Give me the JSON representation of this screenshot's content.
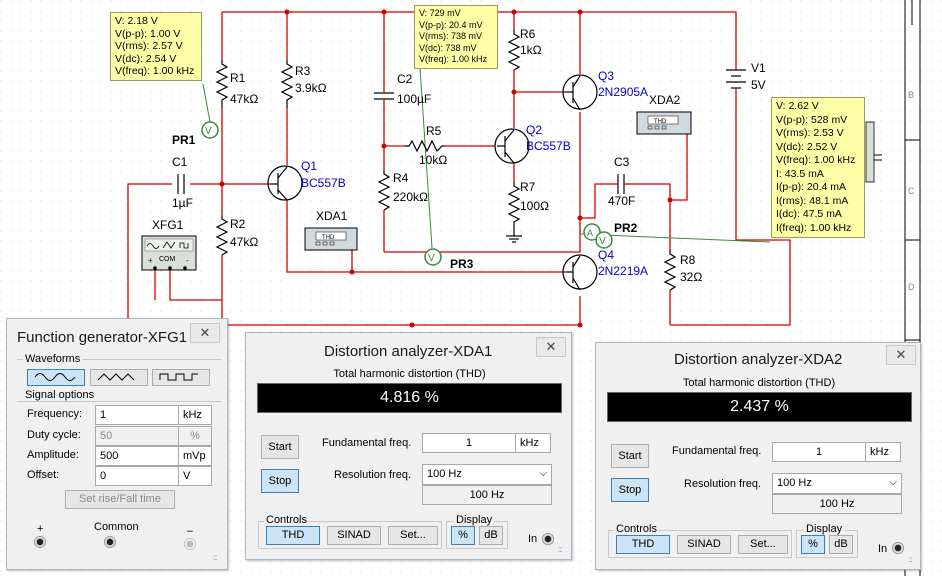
{
  "schematic": {
    "components": {
      "R1": {
        "name": "R1",
        "value": "47kΩ"
      },
      "R2": {
        "name": "R2",
        "value": "47kΩ"
      },
      "R3": {
        "name": "R3",
        "value": "3.9kΩ"
      },
      "R4": {
        "name": "R4",
        "value": "220kΩ"
      },
      "R5": {
        "name": "R5",
        "value": "10kΩ"
      },
      "R6": {
        "name": "R6",
        "value": "1kΩ"
      },
      "R7": {
        "name": "R7",
        "value": "100Ω"
      },
      "R8": {
        "name": "R8",
        "value": "32Ω"
      },
      "C1": {
        "name": "C1",
        "value": "1µF"
      },
      "C2": {
        "name": "C2",
        "value": "100µF"
      },
      "C3": {
        "name": "C3",
        "value": "470F"
      },
      "Q1": {
        "name": "Q1",
        "model": "BC557B"
      },
      "Q2": {
        "name": "Q2",
        "model": "BC557B"
      },
      "Q3": {
        "name": "Q3",
        "model": "2N2905A"
      },
      "Q4": {
        "name": "Q4",
        "model": "2N2219A"
      },
      "V1": {
        "name": "V1",
        "value": "5V"
      },
      "XFG1": {
        "name": "XFG1"
      },
      "XDA1": {
        "name": "XDA1",
        "screen": "THD"
      },
      "XDA2": {
        "name": "XDA2",
        "screen": "THD"
      },
      "PR1": {
        "name": "PR1"
      },
      "PR2": {
        "name": "PR2"
      },
      "PR3": {
        "name": "PR3"
      },
      "fg_com": "COM",
      "fg_plus": "+",
      "fg_minus": "-"
    },
    "probe_pr1": [
      "V: 2.18 V",
      "V(p-p): 1.00 V",
      "V(rms): 2.57 V",
      "V(dc): 2.54 V",
      "V(freq): 1.00 kHz"
    ],
    "probe_pr3": [
      "V: 729 mV",
      "V(p-p): 20.4 mV",
      "V(rms): 738 mV",
      "V(dc): 738 mV",
      "V(freq): 1.00 kHz"
    ],
    "probe_pr2": [
      "V: 2.62 V",
      "V(p-p): 528 mV",
      "V(rms): 2.53 V",
      "V(dc): 2.52 V",
      "V(freq): 1.00 kHz",
      "I: 43.5 mA",
      "I(p-p): 20.4 mA",
      "I(rms): 48.1 mA",
      "I(dc): 47.5 mA",
      "I(freq): 1.00 kHz"
    ],
    "ruler_letters": [
      "B",
      "C",
      "D"
    ],
    "colors": {
      "wire": "#d40000",
      "part_label": "#0000cc",
      "probe_bg": "#ffffa8"
    }
  },
  "function_generator": {
    "title": "Function generator-XFG1",
    "close_label": "✕",
    "waveforms_label": "Waveforms",
    "waveforms": [
      "sine-wave",
      "triangle-wave",
      "square-wave"
    ],
    "selected_waveform": "sine-wave",
    "signal_options_label": "Signal options",
    "frequency": {
      "label": "Frequency:",
      "value": "1",
      "unit": "kHz"
    },
    "duty_cycle": {
      "label": "Duty cycle:",
      "value": "50",
      "unit": "%"
    },
    "amplitude": {
      "label": "Amplitude:",
      "value": "500",
      "unit": "mVp"
    },
    "offset": {
      "label": "Offset:",
      "value": "0",
      "unit": "V"
    },
    "rise_fall_button": "Set rise/Fall time",
    "terminal_plus": "+",
    "terminal_common": "Common",
    "terminal_minus": "–"
  },
  "xda1": {
    "title": "Distortion analyzer-XDA1",
    "close_label": "✕",
    "thd_label": "Total harmonic distortion (THD)",
    "thd_value": "4.816 %",
    "start_label": "Start",
    "stop_label": "Stop",
    "fundamental_label": "Fundamental freq.",
    "fundamental_value": "1",
    "fundamental_unit": "kHz",
    "resolution_label": "Resolution freq.",
    "resolution_value": "100 Hz",
    "resolution_readout": "100 Hz",
    "controls_label": "Controls",
    "display_label": "Display",
    "thd_button": "THD",
    "sinad_button": "SINAD",
    "set_button": "Set...",
    "percent_button": "%",
    "db_button": "dB",
    "in_label": "In"
  },
  "xda2": {
    "title": "Distortion analyzer-XDA2",
    "close_label": "✕",
    "thd_label": "Total harmonic distortion (THD)",
    "thd_value": "2.437 %",
    "start_label": "Start",
    "stop_label": "Stop",
    "fundamental_label": "Fundamental freq.",
    "fundamental_value": "1",
    "fundamental_unit": "kHz",
    "resolution_label": "Resolution freq.",
    "resolution_value": "100 Hz",
    "resolution_readout": "100 Hz",
    "controls_label": "Controls",
    "display_label": "Display",
    "thd_button": "THD",
    "sinad_button": "SINAD",
    "set_button": "Set...",
    "percent_button": "%",
    "db_button": "dB",
    "in_label": "In"
  }
}
